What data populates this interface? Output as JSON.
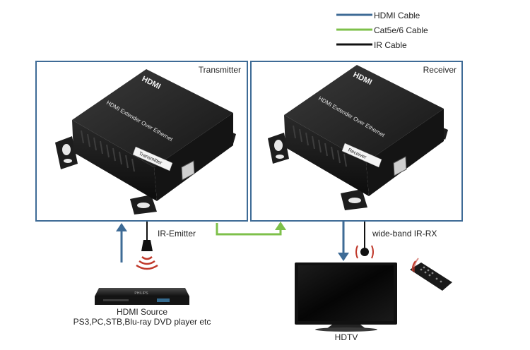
{
  "legend": {
    "items": [
      {
        "label": "HDMI Cable",
        "color": "#3e6b96"
      },
      {
        "label": "Cat5e/6 Cable",
        "color": "#7ec04a"
      },
      {
        "label": "IR Cable",
        "color": "#111111"
      }
    ]
  },
  "transmitter": {
    "title": "Transmitter",
    "brand": "HDMI",
    "product_text": "HDMI Extender Over Ethernet",
    "tag": "Transmitter"
  },
  "receiver": {
    "title": "Receiver",
    "brand": "HDMI",
    "product_text": "HDMI Extender Over Ethernet",
    "tag": "Receiver"
  },
  "labels": {
    "ir_emitter": "IR-Emitter",
    "ir_rx": "wide-band IR-RX",
    "source_title": "HDMI Source",
    "source_subtitle": "PS3,PC,STB,Blu-ray DVD player etc",
    "source_brand": "PHILIPS",
    "tv_label": "HDTV"
  },
  "colors": {
    "box_border": "#3e6b96",
    "hdmi": "#3e6b96",
    "cat": "#7ec04a",
    "ir": "#111111",
    "ir_signal": "#c0392b"
  }
}
